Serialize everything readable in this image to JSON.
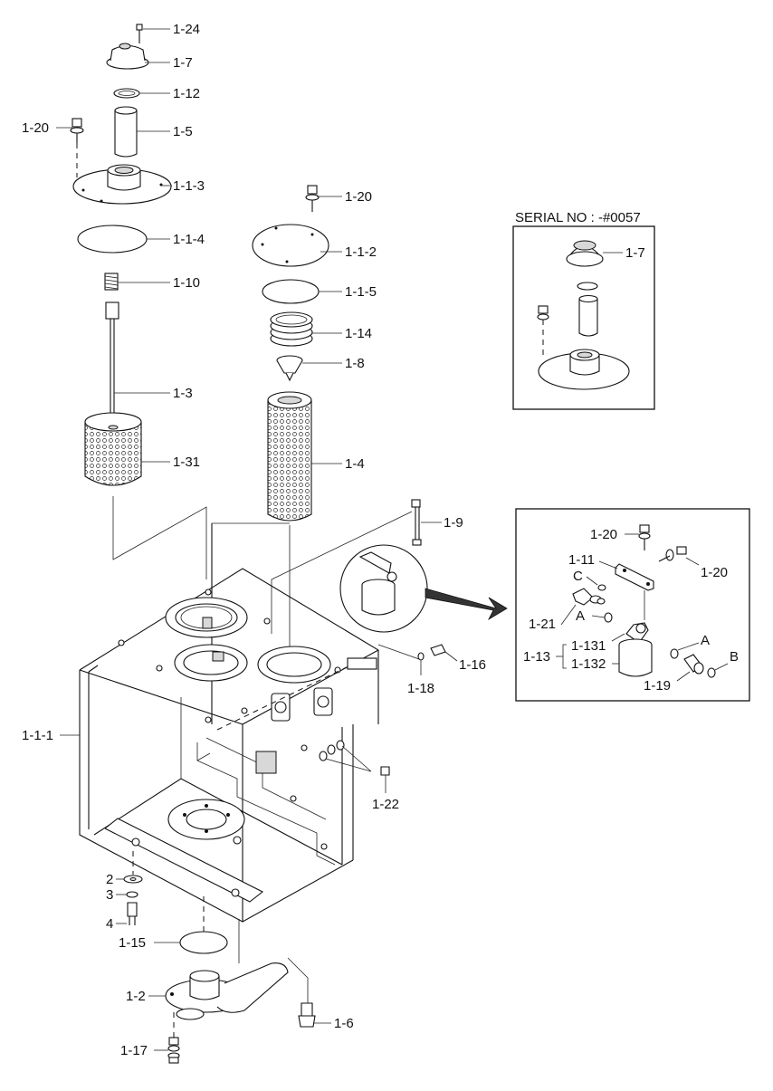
{
  "diagram": {
    "serial_note": "SERIAL NO : -#0057",
    "labels": {
      "l_1_24": "1-24",
      "l_1_7": "1-7",
      "l_1_12": "1-12",
      "l_1_5": "1-5",
      "l_1_20_a": "1-20",
      "l_1_1_3": "1-1-3",
      "l_1_1_4": "1-1-4",
      "l_1_10": "1-10",
      "l_1_3": "1-3",
      "l_1_31": "1-31",
      "l_1_20_b": "1-20",
      "l_1_1_2": "1-1-2",
      "l_1_1_5": "1-1-5",
      "l_1_14": "1-14",
      "l_1_8": "1-8",
      "l_1_4": "1-4",
      "l_1_9": "1-9",
      "l_1_16": "1-16",
      "l_1_18": "1-18",
      "l_1_1_1": "1-1-1",
      "l_1_22": "1-22",
      "l_2": "2",
      "l_3": "3",
      "l_4": "4",
      "l_1_15": "1-15",
      "l_1_2": "1-2",
      "l_1_6": "1-6",
      "l_1_17": "1-17",
      "l_inset_1_7": "1-7",
      "l_inset_1_20_a": "1-20",
      "l_inset_1_20_b": "1-20",
      "l_1_11": "1-11",
      "l_c": "C",
      "l_1_21": "1-21",
      "l_a1": "A",
      "l_1_13": "1-13",
      "l_1_131": "1-131",
      "l_1_132": "1-132",
      "l_a2": "A",
      "l_b": "B",
      "l_1_19": "1-19"
    }
  }
}
